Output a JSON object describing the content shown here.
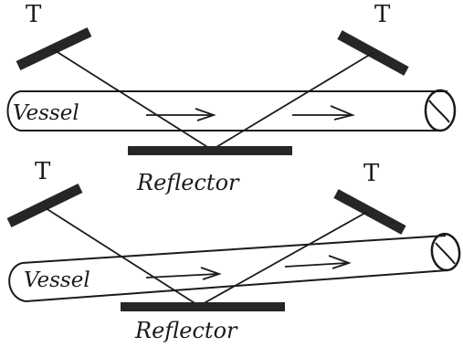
{
  "diagram": {
    "top_panel": {
      "transducer_left_label": "T",
      "transducer_right_label": "T",
      "vessel_label": "Vessel",
      "reflector_label": "Reflector"
    },
    "bottom_panel": {
      "transducer_left_label": "T",
      "transducer_right_label": "T",
      "vessel_label": "Vessel",
      "reflector_label": "Reflector"
    },
    "colors": {
      "ink": "#1a1a1a",
      "background": "#ffffff"
    }
  }
}
